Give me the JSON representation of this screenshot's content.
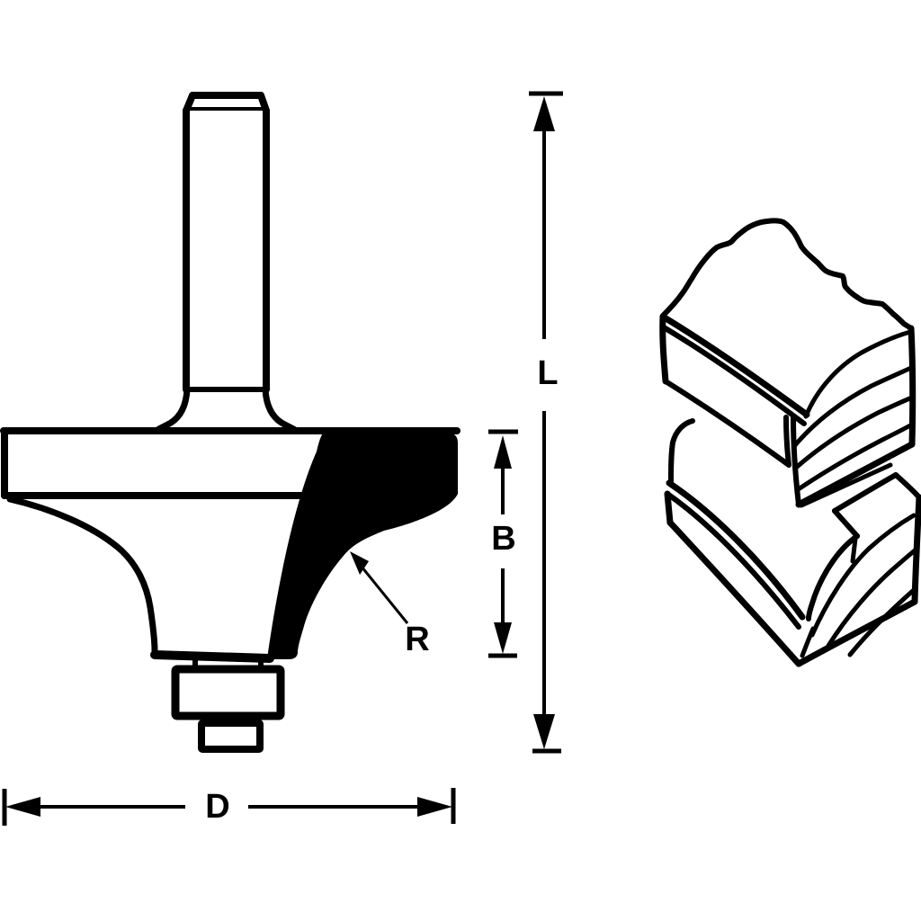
{
  "page": {
    "background_color": "#ffffff",
    "ink_color": "#000000"
  },
  "diagram": {
    "kind": "router-bit-dimension-drawing",
    "parts": {
      "shank": "shank",
      "cutter_body": "roundover cutter body",
      "carbide_flute": "black carbide cutting flute",
      "pilot_bearing": "pilot bearing",
      "bearing_screw": "bearing screw",
      "wood_sample_top": "wood edge before cut (square edge)",
      "wood_sample_bottom": "wood edge after cut (rounded over)"
    }
  },
  "labels": {
    "overall_length": "L",
    "cutting_depth": "B",
    "radius": "R",
    "diameter": "D"
  }
}
